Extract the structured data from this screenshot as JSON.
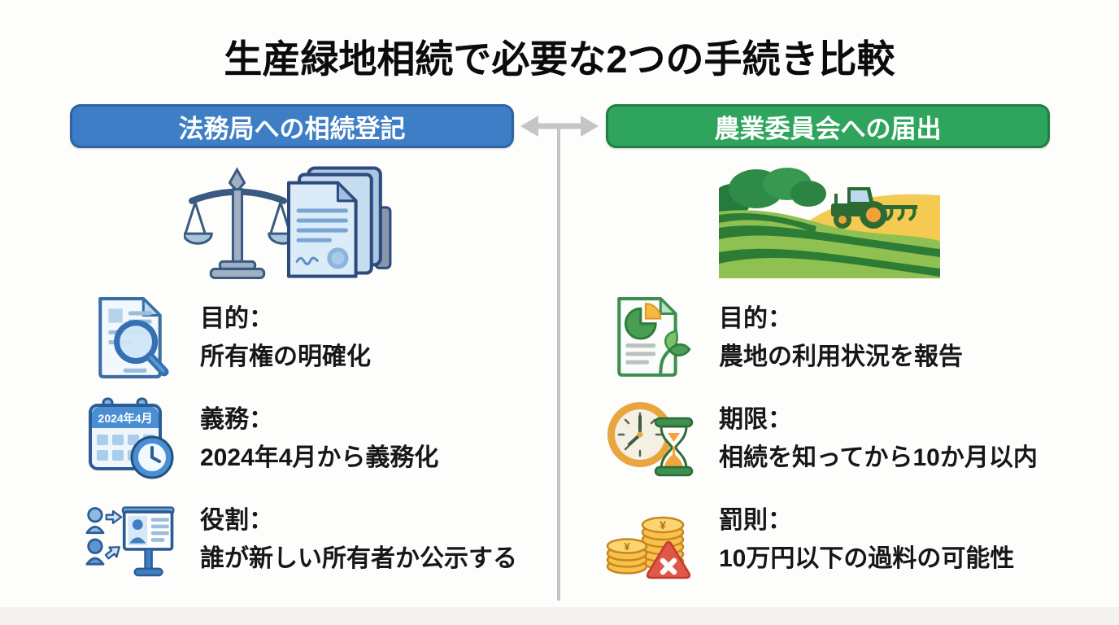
{
  "title": "生産緑地相続で必要な2つの手続き比較",
  "colors": {
    "left_header_bg": "#3d7ec6",
    "left_header_border": "#2d63a6",
    "right_header_bg": "#2ea45d",
    "right_header_border": "#1d8045",
    "connector_gray": "#c5c5c5",
    "body_text": "#171717"
  },
  "connector": {
    "type": "double-headed-arrow-with-vertical-divider"
  },
  "left_column": {
    "header": "法務局への相続登記",
    "hero_icon": "scales-of-justice-and-legal-documents",
    "rows": [
      {
        "icon": "document-with-magnifier",
        "label": "目的：",
        "value": "所有権の明確化"
      },
      {
        "icon": "calendar-with-clock",
        "calendar_text": "2024年4月",
        "label": "義務：",
        "value": "2024年4月から義務化"
      },
      {
        "icon": "people-announcement-board",
        "label": "役割：",
        "value": "誰が新しい所有者か公示する"
      }
    ]
  },
  "right_column": {
    "header": "農業委員会への届出",
    "hero_icon": "farm-field-with-tractor",
    "rows": [
      {
        "icon": "report-document-with-pie-chart-and-sprout",
        "label": "目的：",
        "value": "農地の利用状況を報告"
      },
      {
        "icon": "clock-with-hourglass",
        "label": "期限：",
        "value": "相続を知ってから10か月以内"
      },
      {
        "icon": "yen-coins-with-warning-triangle",
        "coin_symbol": "¥",
        "label": "罰則：",
        "value": "10万円以下の過料の可能性"
      }
    ]
  }
}
